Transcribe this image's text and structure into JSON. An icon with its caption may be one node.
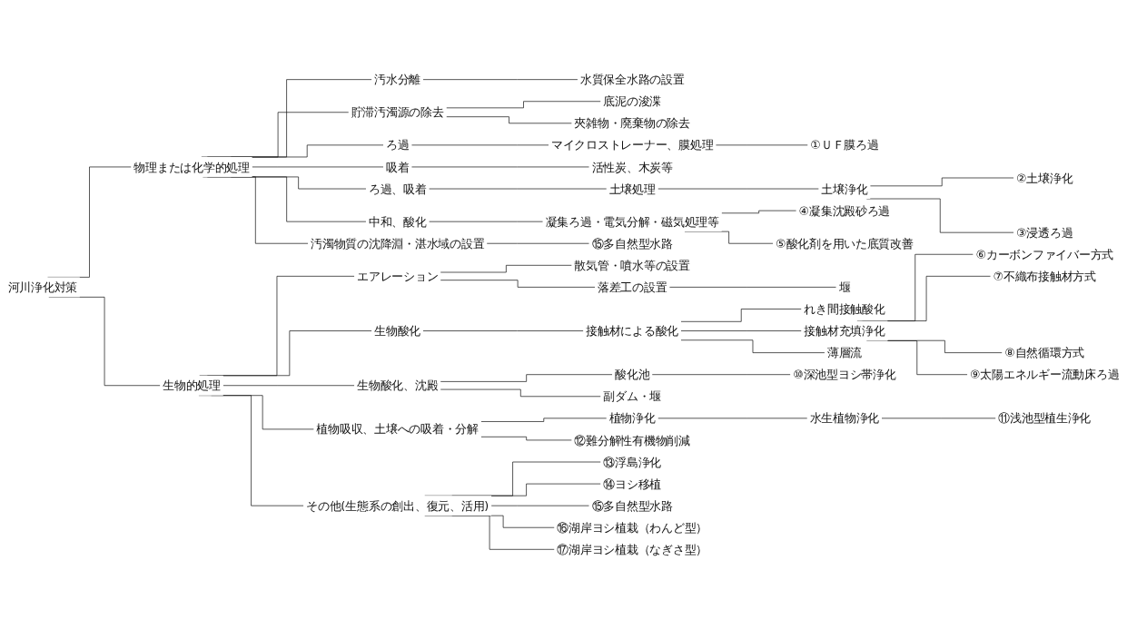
{
  "diagram": {
    "nodes": [
      {
        "text": [
          "河川浄化対策"
        ]
      },
      {
        "text": [
          "物理または化学的処理"
        ]
      },
      {
        "text": [
          "汚水分離"
        ]
      },
      {
        "text": [
          "水質保全水路の設置"
        ]
      },
      {
        "text": [
          "貯滞汚濁源の除去"
        ]
      },
      {
        "text": [
          "底泥の浚渫"
        ]
      },
      {
        "text": [
          "夾雑物・廃棄物の除去"
        ]
      },
      {
        "text": [
          "ろ過"
        ]
      },
      {
        "text": [
          "マイクロストレーナー、膜処理"
        ]
      },
      {
        "text": [
          "①ＵＦ膜ろ過"
        ]
      },
      {
        "text": [
          "吸着"
        ]
      },
      {
        "text": [
          "活性炭、木炭等"
        ]
      },
      {
        "text": [
          "ろ過、吸着"
        ]
      },
      {
        "text": [
          "土壌処理"
        ]
      },
      {
        "text": [
          "土壌浄化"
        ]
      },
      {
        "text": [
          "②土壌浄化"
        ]
      },
      {
        "text": [
          "③浸透ろ過"
        ]
      },
      {
        "text": [
          "中和、酸化"
        ]
      },
      {
        "text": [
          "凝集ろ過・電気分解・磁気処理等"
        ]
      },
      {
        "text": [
          "④凝集沈殿砂ろ過"
        ]
      },
      {
        "text": [
          "⑤酸化剤を用いた底質改善"
        ]
      },
      {
        "text": [
          "汚濁物質の沈降淵・湛水域の設置"
        ]
      },
      {
        "text": [
          "⑮多自然型水路"
        ]
      },
      {
        "text": [
          "生物的処理"
        ]
      },
      {
        "text": [
          "エアレーション"
        ]
      },
      {
        "text": [
          "散気管・噴水等の設置"
        ]
      },
      {
        "text": [
          "落差工の設置"
        ]
      },
      {
        "text": [
          "堰"
        ]
      },
      {
        "text": [
          "生物酸化"
        ]
      },
      {
        "text": [
          "接触材による酸化"
        ]
      },
      {
        "text": [
          "れき間接触酸化"
        ]
      },
      {
        "text": [
          "接触材充填浄化"
        ]
      },
      {
        "text": [
          "⑥カーボンファイバー方式"
        ]
      },
      {
        "text": [
          "⑦不織布接触材方式"
        ]
      },
      {
        "text": [
          "⑧自然循環方式"
        ]
      },
      {
        "text": [
          "⑨太陽エネルギー流動床ろ過"
        ]
      },
      {
        "text": [
          "薄層流"
        ]
      },
      {
        "text": [
          "生物酸化、沈殿"
        ]
      },
      {
        "text": [
          "酸化池"
        ]
      },
      {
        "text": [
          "⑩深池型ヨシ帯浄化"
        ]
      },
      {
        "text": [
          "副ダム・堰"
        ]
      },
      {
        "text": [
          "植物吸収、土壌への吸着・分解"
        ]
      },
      {
        "text": [
          "植物浄化"
        ]
      },
      {
        "text": [
          "水生植物浄化"
        ]
      },
      {
        "text": [
          "⑪浅池型植生浄化"
        ]
      },
      {
        "text": [
          "⑫難分解性有機物削減"
        ]
      },
      {
        "text": [
          "その他(生態系の創出、復元、活用)"
        ]
      },
      {
        "text": [
          "⑬浮島浄化"
        ]
      },
      {
        "text": [
          "⑭ヨシ移植"
        ]
      },
      {
        "text": [
          "⑮多自然型水路"
        ]
      },
      {
        "text": [
          "⑯湖岸ヨシ植栽（わんど型）"
        ]
      },
      {
        "text": [
          "⑰湖岸ヨシ植栽（なぎさ型）"
        ]
      }
    ],
    "edges": [
      {
        "from": 0,
        "to": 1,
        "arrow": "none"
      },
      {
        "from": 0,
        "to": 23,
        "arrow": "none"
      },
      {
        "from": 1,
        "to": 2,
        "arrow": "none"
      },
      {
        "from": 1,
        "to": 4,
        "arrow": "none"
      },
      {
        "from": 1,
        "to": 7,
        "arrow": "none"
      },
      {
        "from": 1,
        "to": 10,
        "arrow": "none"
      },
      {
        "from": 1,
        "to": 12,
        "arrow": "none"
      },
      {
        "from": 1,
        "to": 17,
        "arrow": "none"
      },
      {
        "from": 1,
        "to": 21,
        "arrow": "none"
      },
      {
        "from": 2,
        "to": 3,
        "arrow": "none"
      },
      {
        "from": 4,
        "to": 5,
        "arrow": "none"
      },
      {
        "from": 4,
        "to": 6,
        "arrow": "none"
      },
      {
        "from": 7,
        "to": 8,
        "arrow": "none"
      },
      {
        "from": 8,
        "to": 9,
        "arrow": "none"
      },
      {
        "from": 10,
        "to": 11,
        "arrow": "none"
      },
      {
        "from": 12,
        "to": 13,
        "arrow": "none"
      },
      {
        "from": 13,
        "to": 14,
        "arrow": "none"
      },
      {
        "from": 14,
        "to": 15,
        "arrow": "none"
      },
      {
        "from": 14,
        "to": 16,
        "arrow": "none"
      },
      {
        "from": 17,
        "to": 18,
        "arrow": "none"
      },
      {
        "from": 18,
        "to": 19,
        "arrow": "none"
      },
      {
        "from": 18,
        "to": 20,
        "arrow": "none"
      },
      {
        "from": 21,
        "to": 22,
        "arrow": "none"
      },
      {
        "from": 23,
        "to": 24,
        "arrow": "none"
      },
      {
        "from": 23,
        "to": 28,
        "arrow": "none"
      },
      {
        "from": 23,
        "to": 37,
        "arrow": "none"
      },
      {
        "from": 23,
        "to": 41,
        "arrow": "none"
      },
      {
        "from": 23,
        "to": 46,
        "arrow": "none"
      },
      {
        "from": 24,
        "to": 25,
        "arrow": "none"
      },
      {
        "from": 24,
        "to": 26,
        "arrow": "none"
      },
      {
        "from": 26,
        "to": 27,
        "arrow": "none"
      },
      {
        "from": 28,
        "to": 29,
        "arrow": "none"
      },
      {
        "from": 29,
        "to": 30,
        "arrow": "none"
      },
      {
        "from": 29,
        "to": 31,
        "arrow": "none"
      },
      {
        "from": 29,
        "to": 36,
        "arrow": "none"
      },
      {
        "from": 31,
        "to": 32,
        "arrow": "none"
      },
      {
        "from": 31,
        "to": 33,
        "arrow": "none"
      },
      {
        "from": 31,
        "to": 34,
        "arrow": "none"
      },
      {
        "from": 31,
        "to": 35,
        "arrow": "none"
      },
      {
        "from": 37,
        "to": 38,
        "arrow": "none"
      },
      {
        "from": 37,
        "to": 40,
        "arrow": "none"
      },
      {
        "from": 38,
        "to": 39,
        "arrow": "none"
      },
      {
        "from": 41,
        "to": 42,
        "arrow": "none"
      },
      {
        "from": 41,
        "to": 45,
        "arrow": "none"
      },
      {
        "from": 42,
        "to": 43,
        "arrow": "none"
      },
      {
        "from": 43,
        "to": 44,
        "arrow": "none"
      },
      {
        "from": 46,
        "to": 47,
        "arrow": "none"
      },
      {
        "from": 46,
        "to": 48,
        "arrow": "none"
      },
      {
        "from": 46,
        "to": 49,
        "arrow": "none"
      },
      {
        "from": 46,
        "to": 50,
        "arrow": "none"
      },
      {
        "from": 46,
        "to": 51,
        "arrow": "none"
      }
    ]
  }
}
